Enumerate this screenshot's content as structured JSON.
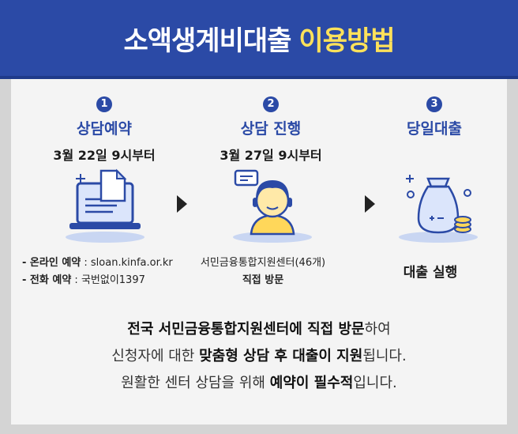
{
  "header": {
    "title_main": "소액생계비대출",
    "title_highlight": "이용방법"
  },
  "steps": [
    {
      "num": "1",
      "title": "상담예약",
      "date": "3월 22일 9시부터"
    },
    {
      "num": "2",
      "title": "상담 진행",
      "date": "3월 27일 9시부터"
    },
    {
      "num": "3",
      "title": "당일대출"
    }
  ],
  "step1_desc": {
    "online_label": "- 온라인 예약",
    "online_value": " : sloan.kinfa.or.kr",
    "phone_label": "- 전화 예약",
    "phone_value": " : 국번없이1397"
  },
  "step2_desc": {
    "line1": "서민금융통합지원센터(46개)",
    "line2": "직접 방문"
  },
  "step3_desc": {
    "line1": "대출 실행"
  },
  "bottom": {
    "l1_b": "전국 서민금융통합지원센터에 직접 방문",
    "l1_t": "하여",
    "l2_a": "신청자에 대한 ",
    "l2_b": "맞춤형 상담 후 대출이 지원",
    "l2_c": "됩니다.",
    "l3_a": "원활한 센터 상담을 위해 ",
    "l3_b": "예약이 필수적",
    "l3_c": "입니다."
  },
  "colors": {
    "primary": "#2b4aa6",
    "highlight": "#ffe15a"
  }
}
